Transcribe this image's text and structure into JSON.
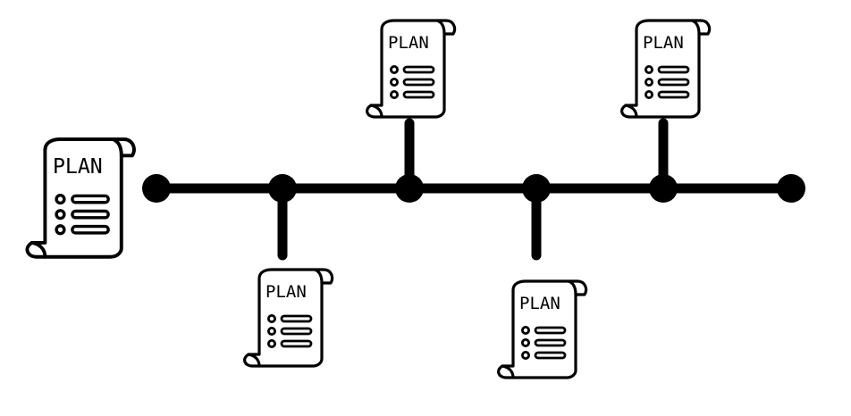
{
  "diagram": {
    "type": "timeline",
    "stroke_color": "#000000",
    "fill_color": "#ffffff",
    "timeline_points": 6,
    "documents": [
      {
        "id": "doc-start",
        "label": "PLAN",
        "icon": "scroll-document-icon",
        "attached_to_point": 0,
        "position": "left"
      },
      {
        "id": "doc-point-2",
        "label": "PLAN",
        "icon": "scroll-document-icon",
        "attached_to_point": 1,
        "position": "below"
      },
      {
        "id": "doc-point-3",
        "label": "PLAN",
        "icon": "scroll-document-icon",
        "attached_to_point": 2,
        "position": "above"
      },
      {
        "id": "doc-point-4",
        "label": "PLAN",
        "icon": "scroll-document-icon",
        "attached_to_point": 3,
        "position": "below"
      },
      {
        "id": "doc-point-5",
        "label": "PLAN",
        "icon": "scroll-document-icon",
        "attached_to_point": 4,
        "position": "above"
      }
    ]
  }
}
